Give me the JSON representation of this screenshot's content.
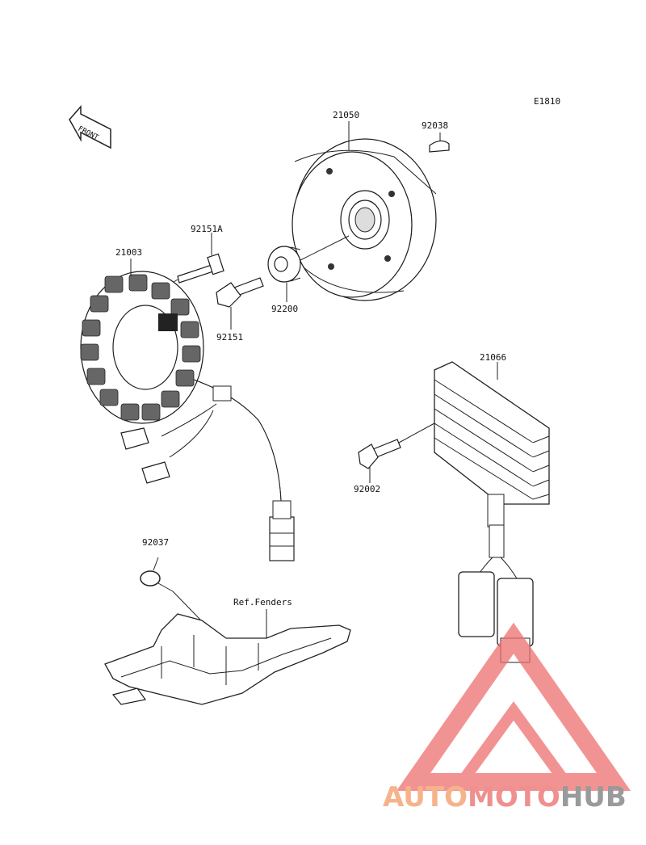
{
  "diagram_code": "E1810",
  "front_label": "FRONT",
  "parts": {
    "flywheel": "21050",
    "key": "92038",
    "bolt_a": "92151A",
    "stator": "21003",
    "bolt": "92151",
    "washer": "92200",
    "regulator": "21066",
    "regulator_bolt": "92002",
    "clamp": "92037",
    "ref": "Ref.Fenders"
  },
  "watermark": {
    "part1": "AUTO",
    "part2": "MOTO",
    "part3": "HUB",
    "colors": {
      "light": "#f6b38b",
      "mid": "#ef8f8f",
      "dark": "#9a9a9a",
      "logo": "#ee6f6f"
    }
  }
}
